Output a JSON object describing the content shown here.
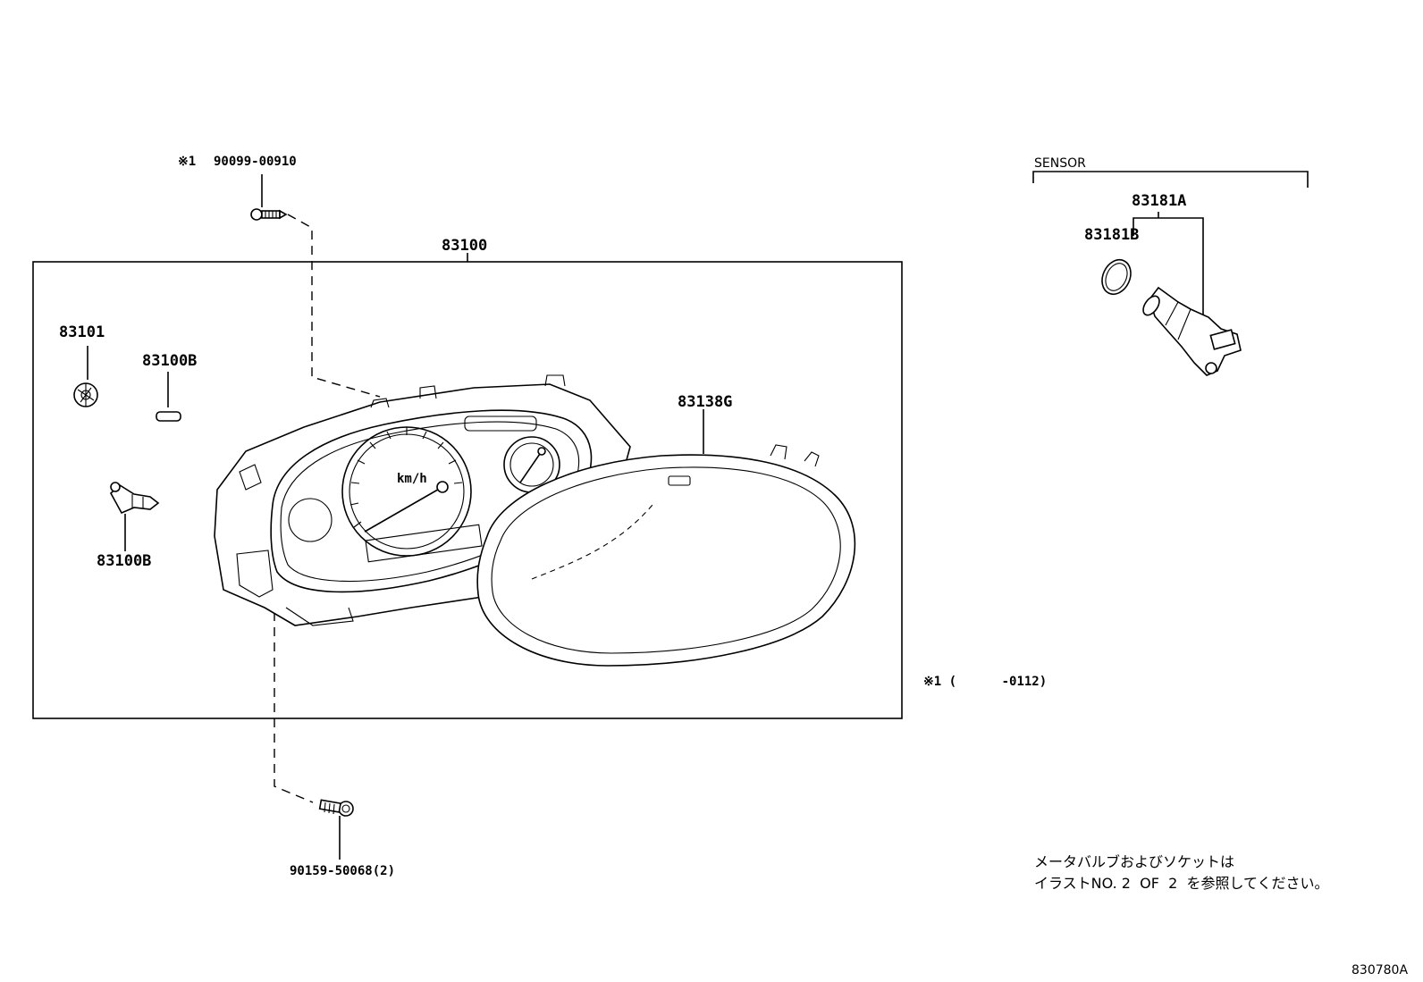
{
  "labels": {
    "screw_top": "90099-00910",
    "screw_top_mark": "※1",
    "assembly": "83100",
    "bulb_socket": "83101",
    "bulb_b_top": "83100B",
    "bulb_b_bottom": "83100B",
    "glass": "83138G",
    "screw_bottom": "90159-50068(2)",
    "sensor_group": "SENSOR",
    "sensor_a": "83181A",
    "sensor_b": "83181B",
    "footnote": "※1 (      -0112)",
    "note_line1": "メータバルブおよびソケットは",
    "note_line2": "イラストNO. 2  OF  2  を参照してください。",
    "diagram_id": "830780A"
  },
  "gauge_text": "km/h"
}
